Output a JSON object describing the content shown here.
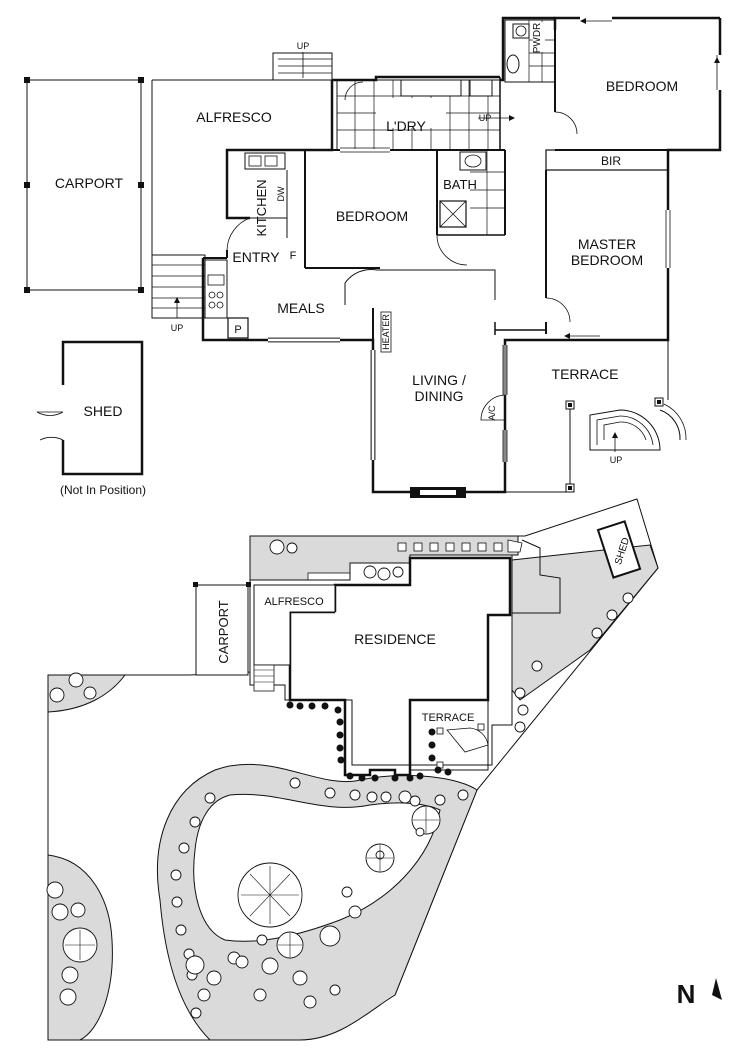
{
  "floor_plan": {
    "rooms": {
      "carport": "CARPORT",
      "alfresco": "ALFRESCO",
      "laundry": "L'DRY",
      "powder": "PWDR",
      "bedroom_1": "BEDROOM",
      "bedroom_2": "BEDROOM",
      "kitchen": "KITCHEN",
      "bath": "BATH",
      "bir": "BIR",
      "master_line1": "MASTER",
      "master_line2": "BEDROOM",
      "entry": "ENTRY",
      "meals": "MEALS",
      "living_line1": "LIVING /",
      "living_line2": "DINING",
      "terrace": "TERRACE",
      "shed": "SHED"
    },
    "fixtures": {
      "dishwasher": "DW",
      "fridge": "F",
      "pantry": "P",
      "heater": "HEATER",
      "air_con": "A/C"
    },
    "stairs": [
      "UP",
      "UP",
      "UP",
      "UP"
    ],
    "shed_note": "(Not In Position)"
  },
  "site_plan": {
    "labels": {
      "shed": "SHED",
      "alfresco": "ALFRESCO",
      "carport": "CARPORT",
      "residence": "RESIDENCE",
      "terrace": "TERRACE"
    }
  },
  "compass": {
    "label": "N"
  },
  "colors": {
    "line": "#111111",
    "fill_gray": "#dadada",
    "background": "#ffffff"
  }
}
